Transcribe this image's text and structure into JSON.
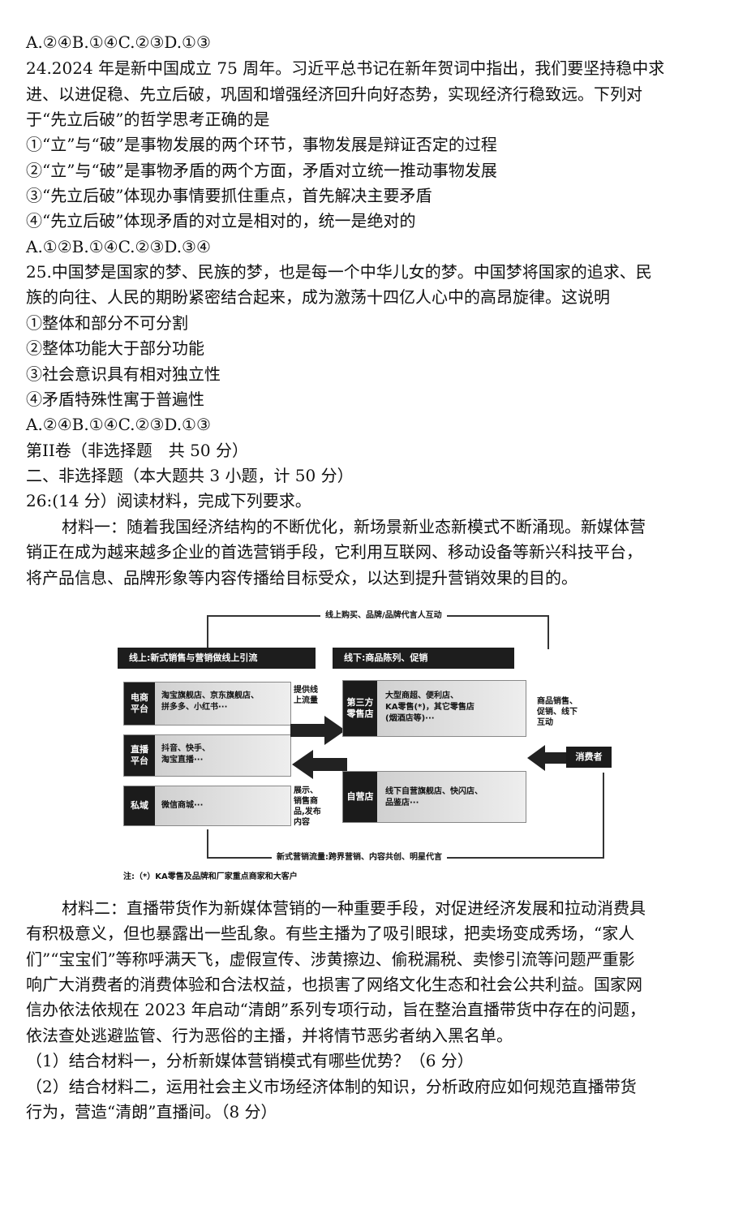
{
  "lines": [
    "A.②④B.①④C.②③D.①③",
    "24.2024 年是新中国成立 75 周年。习近平总书记在新年贺词中指出，我们要坚持稳中求",
    "进、以进促稳、先立后破，巩固和增强经济回升向好态势，实现经济行稳致远。下列对",
    "于“先立后破”的哲学思考正确的是",
    "①“立”与“破”是事物发展的两个环节，事物发展是辩证否定的过程",
    "②“立”与“破”是事物矛盾的两个方面，矛盾对立统一推动事物发展",
    "③“先立后破”体现办事情要抓住重点，首先解决主要矛盾",
    "④“先立后破”体现矛盾的对立是相对的，统一是绝对的",
    "A.①②B.①④C.②③D.③④",
    "25.中国梦是国家的梦、民族的梦，也是每一个中华儿女的梦。中国梦将国家的追求、民",
    "族的向往、人民的期盼紧密结合起来，成为激荡十四亿人心中的高昂旋律。这说明",
    "①整体和部分不可分割",
    "②整体功能大于部分功能",
    "③社会意识具有相对独立性",
    "④矛盾特殊性寓于普遍性",
    "A.②④B.①④C.②③D.①③",
    "第II卷（非选择题　共 50 分）",
    "二、非选择题（本大题共 3 小题，计 50 分）",
    "26:(14 分）阅读材料，完成下列要求。",
    "材料一：随着我国经济结构的不断优化，新场景新业态新模式不断涌现。新媒体营",
    "销正在成为越来越多企业的首选营销手段，它利用互联网、移动设备等新兴科技平台，",
    "将产品信息、品牌形象等内容传播给目标受众，以达到提升营销效果的目的。",
    "材料二：直播带货作为新媒体营销的一种重要手段，对促进经济发展和拉动消费具",
    "有积极意义，但也暴露出一些乱象。有些主播为了吸引眼球，把卖场变成秀场，“家人",
    "们”“宝宝们”等称呼满天飞，虚假宣传、涉黄擦边、偷税漏税、卖惨引流等问题严重影",
    "响广大消费者的消费体验和合法权益，也损害了网络文化生态和社会公共利益。国家网",
    "信办依法依规在 2023 年启动“清朗”系列专项行动，旨在整治直播带货中存在的问题，",
    "依法查处逃避监管、行为恶俗的主播，并将情节恶劣者纳入黑名单。",
    "（1）结合材料一，分析新媒体营销模式有哪些优势？（6 分）",
    "（2）结合材料二，运用社会主义市场经济体制的知识，分析政府应如何规范直播带货",
    "行为，营造“清朗”直播间。（8 分）"
  ],
  "diagram": {
    "top_loop": "线上购买、品牌/品牌代言人互动",
    "left_header": "线上:新式销售与营销做线上引流",
    "right_header": "线下:商品陈列、促销",
    "left_rows": [
      {
        "label": "电商\n平台",
        "text": "淘宝旗舰店、京东旗舰店、\n拼多多、小红书···"
      },
      {
        "label": "直播\n平台",
        "text": "抖音、快手、\n淘宝直播···"
      },
      {
        "label": "私域",
        "text": "微信商城···"
      }
    ],
    "right_rows": [
      {
        "label": "第三方\n零售店",
        "text": "大型商超、便利店、\nKA零售(*)，其它零售店\n(烟酒店等)···"
      },
      {
        "label": "自营店",
        "text": "线下自营旗舰店、快闪店、\n品鉴店···"
      }
    ],
    "mid_top": "提供线\n上流量",
    "mid_bottom": "展示、\n销售商\n品,发布\n内容",
    "right_side": "商品销售、\n促销、线下\n互动",
    "consumer": "消费者",
    "bottom_loop": "新式营销流量:跨界营销、内容共创、明星代言",
    "note": "注:（*）KA零售及品牌和厂家重点商家和大客户"
  }
}
